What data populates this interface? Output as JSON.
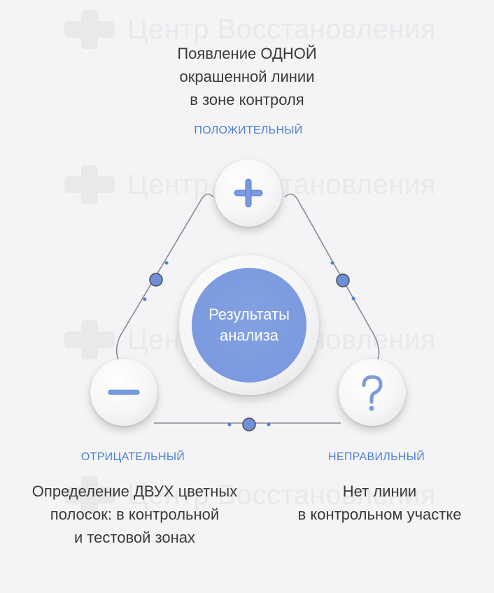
{
  "watermark": {
    "text": "Центр Восстановления"
  },
  "top": {
    "description": [
      "Появление ОДНОЙ",
      "окрашенной линии",
      "в зоне контроля"
    ],
    "label": "ПОЛОЖИТЕЛЬНЫЙ"
  },
  "left": {
    "label": "ОТРИЦАТЕЛЬНЫЙ",
    "description": [
      "Определение ДВУХ цветных",
      "полосок: в контрольной",
      "и тестовой зонах"
    ]
  },
  "right": {
    "label": "НЕПРАВИЛЬНЫЙ",
    "description": [
      "Нет линии",
      "в контрольном участке"
    ]
  },
  "center": {
    "title": [
      "Результаты",
      "анализа"
    ]
  },
  "colors": {
    "accent": "#4d7fd6",
    "center_fill": "#7b9adf",
    "line": "#8a8a8f"
  },
  "icons": {
    "top": "plus-icon",
    "left": "minus-icon",
    "right": "question-icon"
  }
}
